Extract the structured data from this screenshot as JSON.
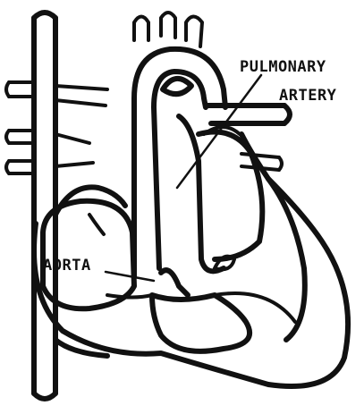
{
  "labels": {
    "pulmonary_artery_line1": "PULMONARY",
    "pulmonary_artery_line2": "ARTERY",
    "aorta": "AORTA"
  }
}
